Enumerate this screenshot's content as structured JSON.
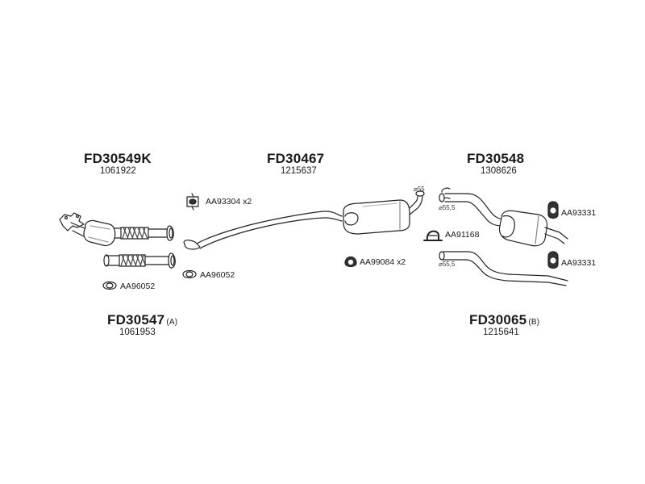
{
  "groups": {
    "front_pipe": {
      "code": "FD30549K",
      "number": "1061922"
    },
    "middle": {
      "code": "FD30467",
      "number": "1215637"
    },
    "rear": {
      "code": "FD30548",
      "number": "1308626"
    },
    "front_alt": {
      "code": "FD30547",
      "suffix": "(A)",
      "number": "1061953"
    },
    "rear_alt": {
      "code": "FD30065",
      "suffix": "(B)",
      "number": "1215641"
    }
  },
  "parts": {
    "clamp_mid": "AA93304 x2",
    "gasket_front": "AA96052",
    "gasket_mid": "AA96052",
    "rubber_mid": "AA99084 x2",
    "clamp_rear": "AA91168",
    "rubber_rear_top": "AA93331",
    "rubber_rear_bottom": "AA93331"
  },
  "dimensions": {
    "d_mid": "⌀55",
    "d_rear_top": "⌀55,5",
    "d_rear_bottom": "⌀55,5"
  },
  "colors": {
    "line": "#222222",
    "fill": "#ffffff",
    "shade": "#9a9a9a"
  }
}
